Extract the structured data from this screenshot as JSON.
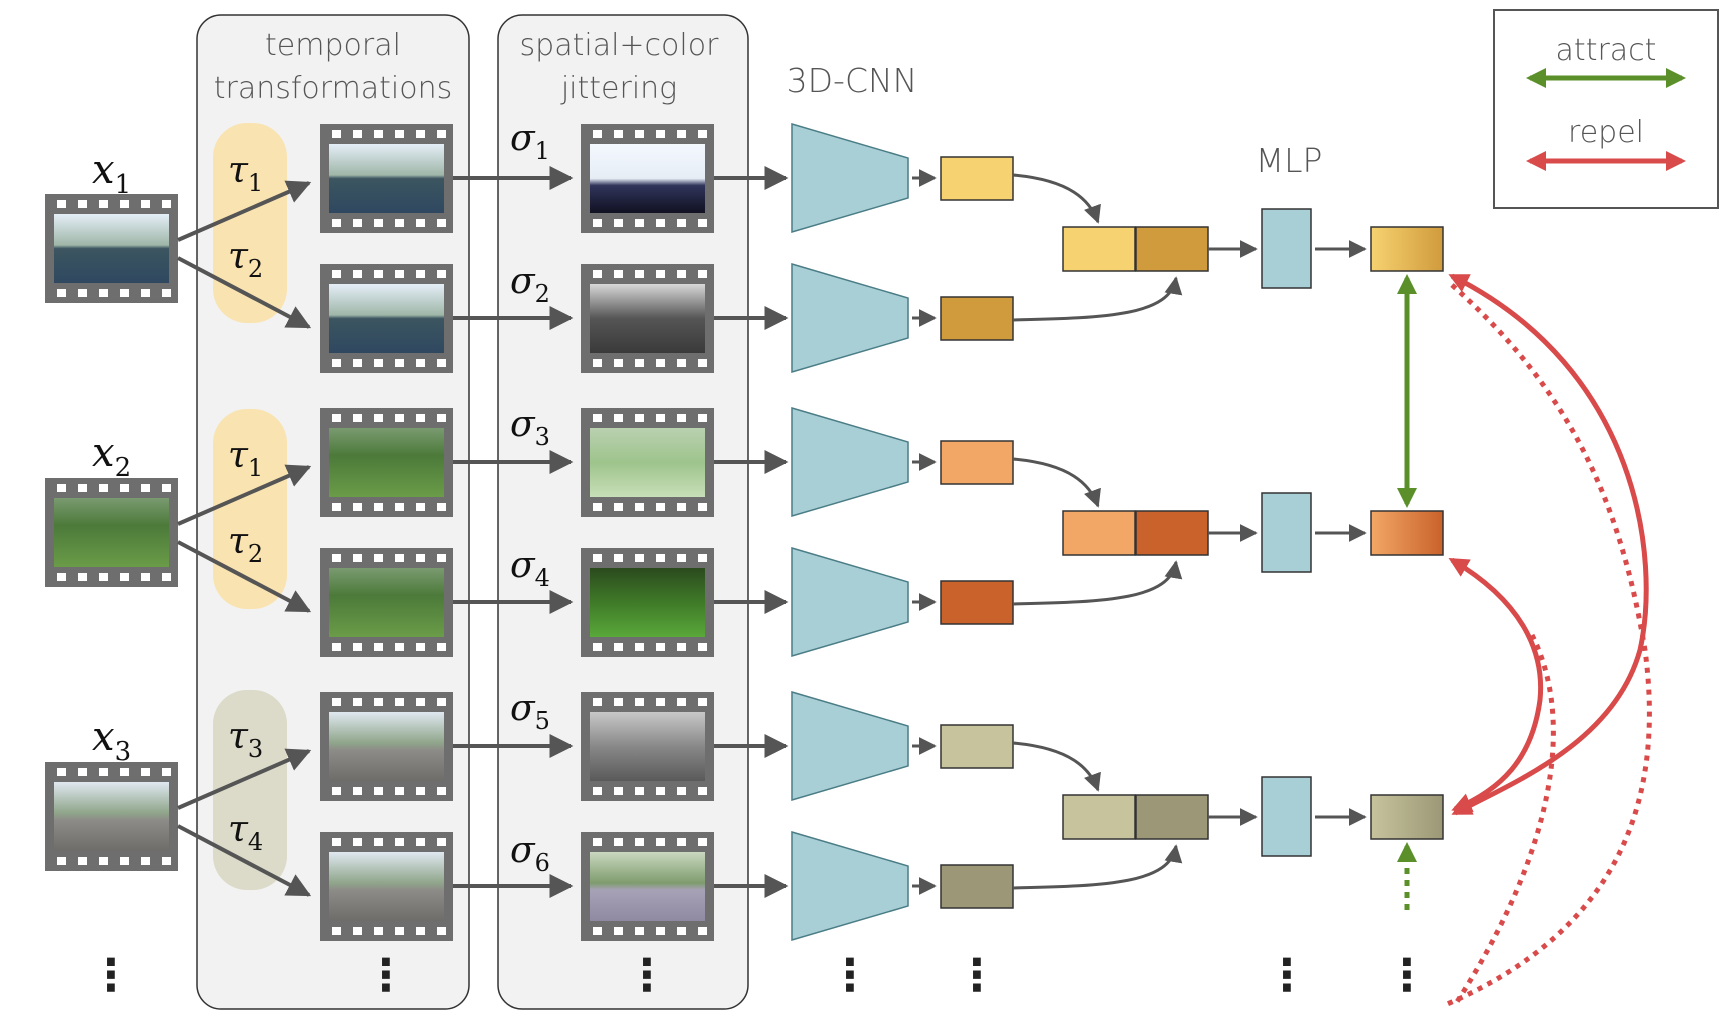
{
  "panels": {
    "temporal_title_line1": "temporal",
    "temporal_title_line2": "transformations",
    "spatial_title_line1": "spatial+color",
    "spatial_title_line2": "jittering",
    "cnn_label": "3D-CNN",
    "mlp_label": "MLP"
  },
  "legend": {
    "attract_label": "attract",
    "repel_label": "repel",
    "attract_color": "#5a8f29",
    "repel_color": "#d94a4a"
  },
  "inputs": [
    {
      "symbol": "x",
      "index": "1"
    },
    {
      "symbol": "x",
      "index": "2"
    },
    {
      "symbol": "x",
      "index": "3"
    }
  ],
  "temporal_ops": [
    {
      "symbol": "τ",
      "index": "1"
    },
    {
      "symbol": "τ",
      "index": "2"
    },
    {
      "symbol": "τ",
      "index": "1"
    },
    {
      "symbol": "τ",
      "index": "2"
    },
    {
      "symbol": "τ",
      "index": "3"
    },
    {
      "symbol": "τ",
      "index": "4"
    }
  ],
  "spatial_ops": [
    {
      "symbol": "σ",
      "index": "1"
    },
    {
      "symbol": "σ",
      "index": "2"
    },
    {
      "symbol": "σ",
      "index": "3"
    },
    {
      "symbol": "σ",
      "index": "4"
    },
    {
      "symbol": "σ",
      "index": "5"
    },
    {
      "symbol": "σ",
      "index": "6"
    }
  ],
  "feature_colors": {
    "group1": [
      "#f7d270",
      "#d09b3c"
    ],
    "group2": [
      "#f2a766",
      "#c9622b"
    ],
    "group3": [
      "#c6c39d",
      "#9c9877"
    ]
  },
  "colors": {
    "panel_fill": "#f2f2f2",
    "cnn_fill": "#a9cfd6",
    "film_gray": "#6e6e6e",
    "temporal_pill_12": "#f9e3b0",
    "temporal_pill_34": "#dcdac8"
  },
  "ellipsis": "⋮"
}
